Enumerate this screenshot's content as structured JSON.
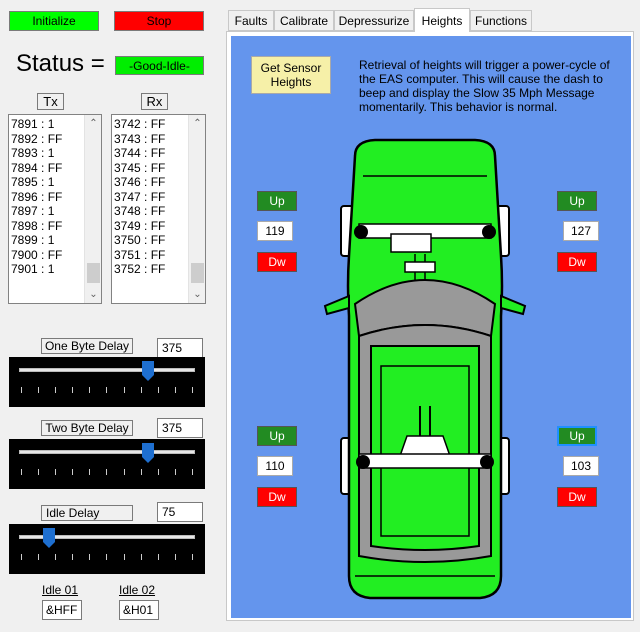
{
  "top": {
    "initialize_label": "Initialize",
    "stop_label": "Stop"
  },
  "status": {
    "label": "Status =",
    "value": "-Good-Idle-"
  },
  "tx": {
    "header": "Tx",
    "rows": [
      "7891 : 1",
      "7892 : FF",
      "7893 : 1",
      "7894 : FF",
      "7895 : 1",
      "7896 : FF",
      "7897 : 1",
      "7898 : FF",
      "7899 : 1",
      "7900 : FF",
      "7901 : 1"
    ]
  },
  "rx": {
    "header": "Rx",
    "rows": [
      "3742 : FF",
      "3743 : FF",
      "3744 : FF",
      "3745 : FF",
      "3746 : FF",
      "3747 : FF",
      "3748 : FF",
      "3749 : FF",
      "3750 : FF",
      "3751 : FF",
      "3752 : FF"
    ]
  },
  "delays": {
    "one_byte": {
      "label": "One Byte Delay",
      "value": "375"
    },
    "two_byte": {
      "label": "Two Byte Delay",
      "value": "375"
    },
    "idle": {
      "label": "Idle Delay",
      "value": "75"
    }
  },
  "idle": {
    "idle01_label": "Idle 01",
    "idle01_value": "&HFF",
    "idle02_label": "Idle 02",
    "idle02_value": "&H01"
  },
  "tabs": [
    "Faults",
    "Calibrate",
    "Depressurize",
    "Heights",
    "Functions"
  ],
  "active_tab": "Heights",
  "heights": {
    "get_sensor_label_1": "Get Sensor",
    "get_sensor_label_2": "Heights",
    "note": "Retrieval of heights will trigger a power-cycle of the EAS computer. This will cause the dash to beep and display the Slow 35 Mph Message momentarily. This behavior is normal.",
    "up_label": "Up",
    "dw_label": "Dw",
    "front_left": "119",
    "front_right": "127",
    "rear_left": "110",
    "rear_right": "103"
  },
  "colors": {
    "initialize": "#00ff00",
    "stop": "#ff0000",
    "status_badge": "#00ee00",
    "panel_bg": "#6495ed",
    "car_body": "#22ee22",
    "up_button": "#228b22",
    "dw_button": "#ff0000",
    "slider_bg": "#000000",
    "slider_thumb": "#1e6fd0"
  }
}
